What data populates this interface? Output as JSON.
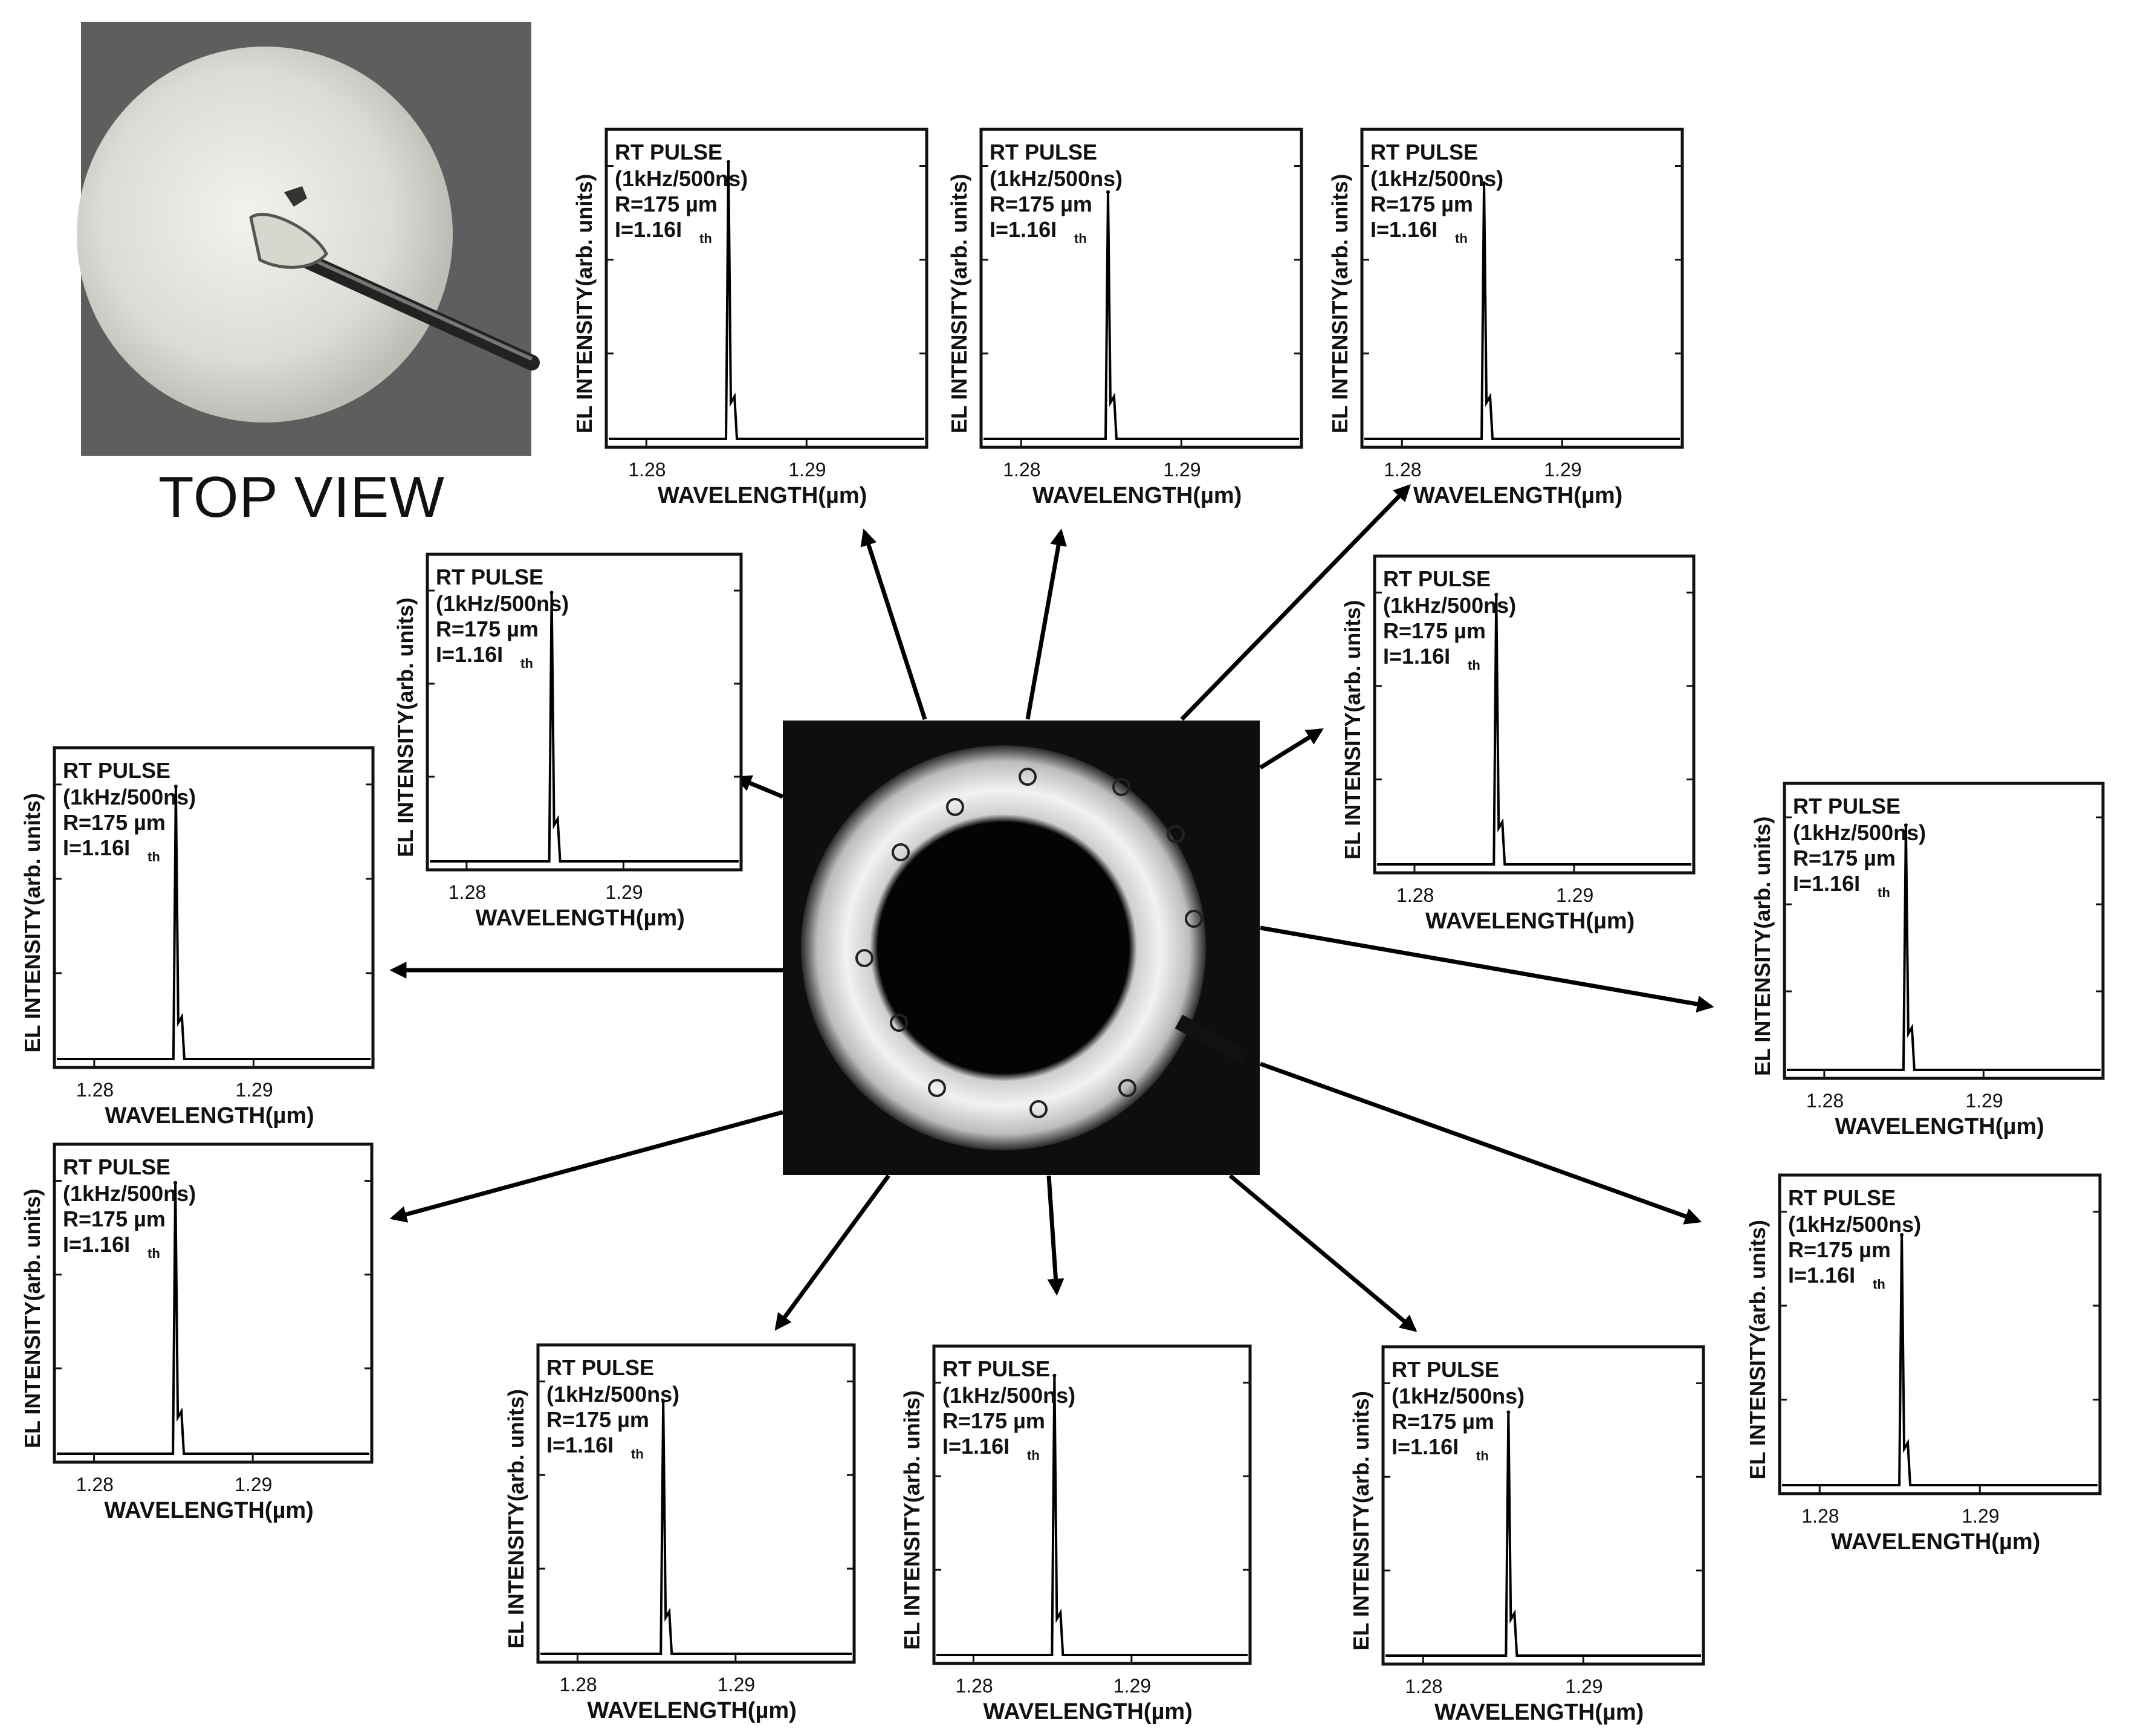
{
  "top_view": {
    "label": "TOP VIEW"
  },
  "panel_text": {
    "line1": "RT PULSE",
    "line2": "(1kHz/500ns)",
    "line3": "R=175 µm",
    "line4_main": "I=1.16I",
    "line4_sub": "th"
  },
  "chart_data": [
    {
      "type": "line",
      "title": "",
      "xlabel": "WAVELENGTH(µm)",
      "ylabel": "EL INTENSITY(arb. units)",
      "xticks": [
        "1.28",
        "1.29"
      ],
      "xlim": [
        1.2775,
        1.2975
      ],
      "ylim": [
        0,
        1
      ],
      "peak_wavelength": 1.2852,
      "peak_intensity": 0.92
    },
    {
      "type": "line",
      "title": "",
      "xlabel": "WAVELENGTH(µm)",
      "ylabel": "EL INTENSITY(arb. units)",
      "xticks": [
        "1.28",
        "1.29"
      ],
      "xlim": [
        1.2775,
        1.2975
      ],
      "ylim": [
        0,
        1
      ],
      "peak_wavelength": 1.2855,
      "peak_intensity": 0.82
    },
    {
      "type": "line",
      "title": "",
      "xlabel": "WAVELENGTH(µm)",
      "ylabel": "EL INTENSITY(arb. units)",
      "xticks": [
        "1.28",
        "1.29"
      ],
      "xlim": [
        1.2775,
        1.2975
      ],
      "ylim": [
        0,
        1
      ],
      "peak_wavelength": 1.2852,
      "peak_intensity": 0.85
    },
    {
      "type": "line",
      "title": "",
      "xlabel": "WAVELENGTH(µm)",
      "ylabel": "EL INTENSITY(arb. units)",
      "xticks": [
        "1.28",
        "1.29"
      ],
      "xlim": [
        1.2775,
        1.2975
      ],
      "ylim": [
        0,
        1
      ],
      "peak_wavelength": 1.2852,
      "peak_intensity": 0.9
    },
    {
      "type": "line",
      "title": "",
      "xlabel": "WAVELENGTH(µm)",
      "ylabel": "EL INTENSITY(arb. units)",
      "xticks": [
        "1.28",
        "1.29"
      ],
      "xlim": [
        1.2775,
        1.2975
      ],
      "ylim": [
        0,
        1
      ],
      "peak_wavelength": 1.2852,
      "peak_intensity": 0.88
    },
    {
      "type": "line",
      "title": "",
      "xlabel": "WAVELENGTH(µm)",
      "ylabel": "EL INTENSITY(arb. units)",
      "xticks": [
        "1.28",
        "1.29"
      ],
      "xlim": [
        1.2775,
        1.2975
      ],
      "ylim": [
        0,
        1
      ],
      "peak_wavelength": 1.2852,
      "peak_intensity": 0.83
    },
    {
      "type": "line",
      "title": "",
      "xlabel": "WAVELENGTH(µm)",
      "ylabel": "EL INTENSITY(arb. units)",
      "xticks": [
        "1.28",
        "1.29"
      ],
      "xlim": [
        1.2775,
        1.2975
      ],
      "ylim": [
        0,
        1
      ],
      "peak_wavelength": 1.2854,
      "peak_intensity": 0.81
    },
    {
      "type": "line",
      "title": "",
      "xlabel": "WAVELENGTH(µm)",
      "ylabel": "EL INTENSITY(arb. units)",
      "xticks": [
        "1.28",
        "1.29"
      ],
      "xlim": [
        1.2775,
        1.2975
      ],
      "ylim": [
        0,
        1
      ],
      "peak_wavelength": 1.2852,
      "peak_intensity": 0.93
    },
    {
      "type": "line",
      "title": "",
      "xlabel": "WAVELENGTH(µm)",
      "ylabel": "EL INTENSITY(arb. units)",
      "xticks": [
        "1.28",
        "1.29"
      ],
      "xlim": [
        1.2775,
        1.2975
      ],
      "ylim": [
        0,
        1
      ],
      "peak_wavelength": 1.2855,
      "peak_intensity": 0.84
    },
    {
      "type": "line",
      "title": "",
      "xlabel": "WAVELENGTH(µm)",
      "ylabel": "EL INTENSITY(arb. units)",
      "xticks": [
        "1.28",
        "1.29"
      ],
      "xlim": [
        1.2775,
        1.2975
      ],
      "ylim": [
        0,
        1
      ],
      "peak_wavelength": 1.2852,
      "peak_intensity": 0.9
    },
    {
      "type": "line",
      "title": "",
      "xlabel": "WAVELENGTH(µm)",
      "ylabel": "EL INTENSITY(arb. units)",
      "xticks": [
        "1.28",
        "1.29"
      ],
      "xlim": [
        1.2775,
        1.2975
      ],
      "ylim": [
        0,
        1
      ],
      "peak_wavelength": 1.2852,
      "peak_intensity": 0.9
    },
    {
      "type": "line",
      "title": "",
      "xlabel": "WAVELENGTH(µm)",
      "ylabel": "EL INTENSITY(arb. units)",
      "xticks": [
        "1.28",
        "1.29"
      ],
      "xlim": [
        1.2775,
        1.2975
      ],
      "ylim": [
        0,
        1
      ],
      "peak_wavelength": 1.2855,
      "peak_intensity": 0.9
    }
  ]
}
